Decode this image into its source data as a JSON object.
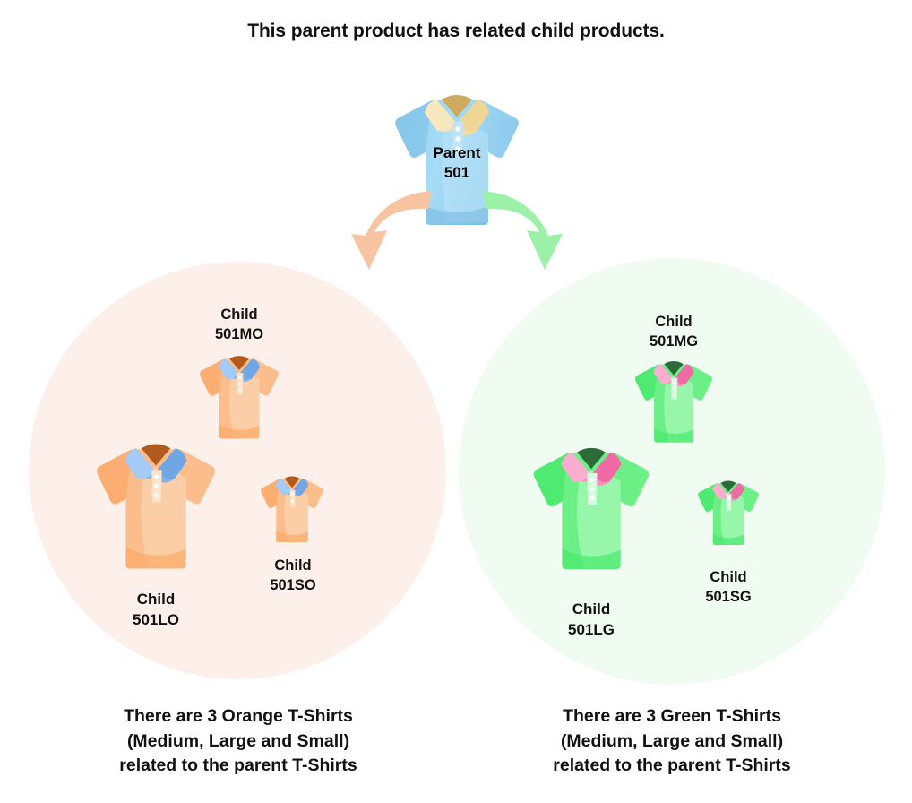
{
  "heading": "This parent product has related\nchild products.",
  "parent": {
    "label": "Parent\n501",
    "shirt_color": "#a8d8f0",
    "collar_color": "#f5e0a8",
    "icon": "polo-shirt-icon"
  },
  "arrows": [
    {
      "name": "arrow-to-orange-group",
      "color": "#f8c3a0",
      "direction": "down-left"
    },
    {
      "name": "arrow-to-green-group",
      "color": "#9cf0a8",
      "direction": "down-right"
    }
  ],
  "groups": [
    {
      "id": "orange",
      "circle_color": "#fdf0ea",
      "shirt_color": "#fab887",
      "shirt_light": "#fccfa8",
      "collar_color": "#7fb3ee",
      "collar_light": "#a6cdf5",
      "caption": "There are 3 Orange T-Shirts\n(Medium, Large and Small)\nrelated to the parent T-Shirts",
      "children": [
        {
          "size": "medium",
          "label": "Child\n501MO"
        },
        {
          "size": "large",
          "label": "Child\n501LO"
        },
        {
          "size": "small",
          "label": "Child\n501SO"
        }
      ]
    },
    {
      "id": "green",
      "circle_color": "#f0fbf2",
      "shirt_color": "#66ee83",
      "shirt_light": "#96f5a8",
      "collar_color": "#f574a8",
      "collar_light": "#f9a8c8",
      "caption": "There are 3 Green T-Shirts\n(Medium, Large and Small)\nrelated to the parent T-Shirts",
      "children": [
        {
          "size": "medium",
          "label": "Child\n501MG"
        },
        {
          "size": "large",
          "label": "Child\n501LG"
        },
        {
          "size": "small",
          "label": "Child\n501SG"
        }
      ]
    }
  ]
}
